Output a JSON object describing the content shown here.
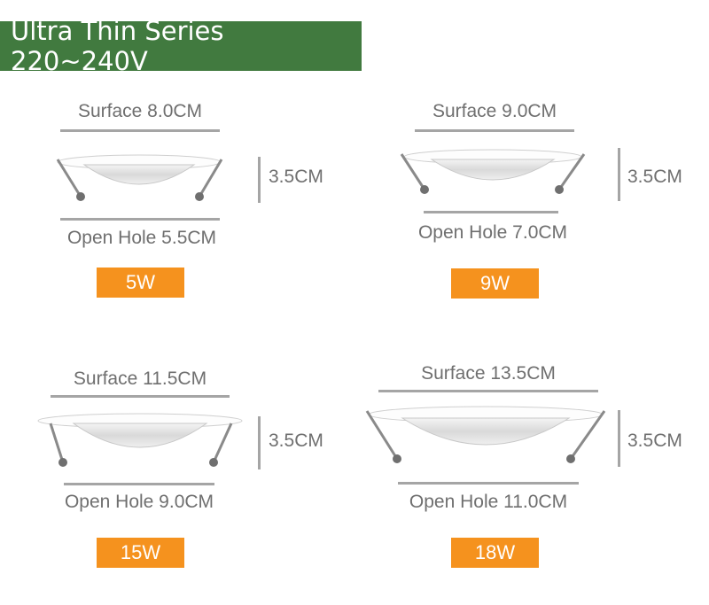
{
  "header": {
    "title": "Ultra Thin Series 220~240V"
  },
  "products": [
    {
      "surface": "Surface 8.0CM",
      "height": "3.5CM",
      "open_hole": "Open Hole 5.5CM",
      "watt": "5W"
    },
    {
      "surface": "Surface 9.0CM",
      "height": "3.5CM",
      "open_hole": "Open Hole 7.0CM",
      "watt": "9W"
    },
    {
      "surface": "Surface 11.5CM",
      "height": "3.5CM",
      "open_hole": "Open Hole 9.0CM",
      "watt": "15W"
    },
    {
      "surface": "Surface 13.5CM",
      "height": "3.5CM",
      "open_hole": "Open Hole 11.0CM",
      "watt": "18W"
    }
  ],
  "colors": {
    "banner": "#417a3f",
    "watt_badge": "#f5921e",
    "text": "#6f6f6f",
    "rule": "#a5a5a5"
  }
}
